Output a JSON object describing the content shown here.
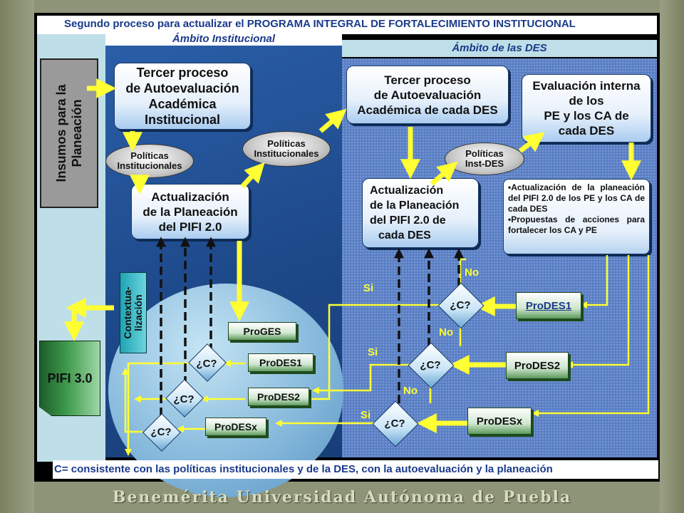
{
  "title": "Segundo proceso para actualizar el PROGRAMA INTEGRAL DE FORTALECIMIENTO INSTITUCIONAL",
  "ambito_institucional": "Ámbito Institucional",
  "ambito_des": "Ámbito de las DES",
  "insumos": "Insumos para la Planeación",
  "inst_auto_lines": [
    "Tercer proceso",
    "de Autoevaluación",
    "Académica",
    "Institucional"
  ],
  "politicas_inst_1": "Políticas Institucionales",
  "politicas_inst_2": "Políticas Institucionales",
  "politicas_inst_des": "Políticas Inst-DES",
  "actualizacion_inst_lines": [
    "Actualización",
    "de la Planeación",
    "del PIFI 2.0"
  ],
  "des_auto_lines": [
    "Tercer proceso",
    "de Autoevaluación",
    "Académica de cada DES"
  ],
  "evaluacion_lines": [
    "Evaluación interna",
    "de los",
    "PE y los CA de",
    "cada DES"
  ],
  "actualizacion_des_lines": [
    "Actualización",
    "de la Planeación",
    "del PIFI 2.0 de",
    "cada DES"
  ],
  "bullets": [
    "Actualización de la planeación del PIFI 2.0 de los PE y los CA de cada DES",
    "Propuestas de acciones para fortalecer los CA y PE"
  ],
  "contextualizacion": "Contextua- lización",
  "pifi3": "PIFI 3.0",
  "progres": "ProGES",
  "prodes1": "ProDES1",
  "prodes2": "ProDES2",
  "prodesx": "ProDESx",
  "check": "¿C?",
  "si": "Si",
  "no": "No",
  "legend": "C= consistente con las políticas institucionales y de la DES, con la autoevaluación y la planeación",
  "footer": "Benemérita Universidad Autónoma de Puebla"
}
